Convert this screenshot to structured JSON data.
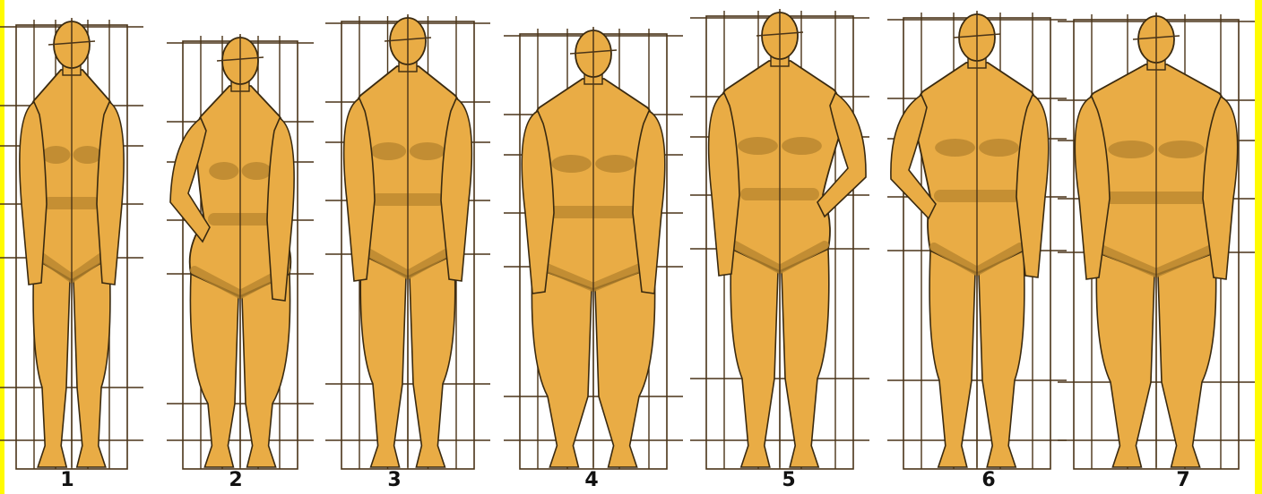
{
  "figures": [
    {
      "label": "1",
      "build": "slim"
    },
    {
      "label": "2",
      "build": "hand-on-hip"
    },
    {
      "label": "3",
      "build": "athletic"
    },
    {
      "label": "4",
      "build": "full"
    },
    {
      "label": "5",
      "build": "balanced"
    },
    {
      "label": "6",
      "build": "back-view"
    },
    {
      "label": "7",
      "build": "broad"
    }
  ],
  "colors": {
    "background": "#fffb00",
    "canvas": "#ffffff",
    "body_fill": "#e9ac45",
    "shade": "#b8862e",
    "outline": "#3a2a10",
    "guide_lines": "#4a3418"
  }
}
